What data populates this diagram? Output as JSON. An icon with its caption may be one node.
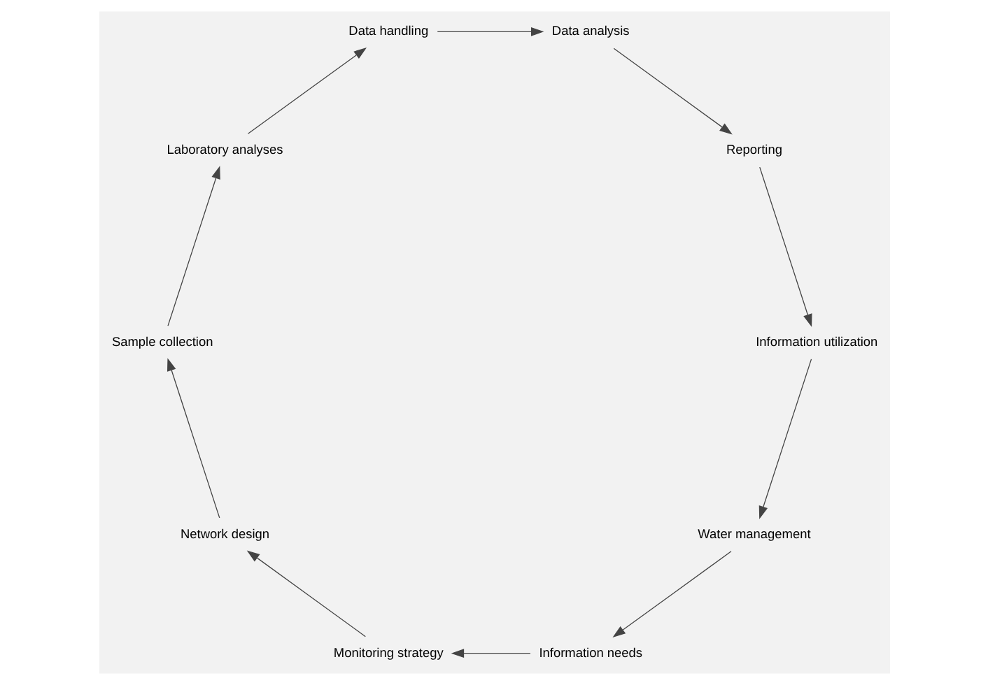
{
  "diagram": {
    "nodes": [
      {
        "text": [
          "Water management"
        ]
      },
      {
        "text": [
          "Information needs"
        ]
      },
      {
        "text": [
          "Monitoring strategy"
        ]
      },
      {
        "text": [
          "Network design"
        ]
      },
      {
        "text": [
          "Sample collection"
        ]
      },
      {
        "text": [
          "Laboratory analyses"
        ]
      },
      {
        "text": [
          "Data handling"
        ]
      },
      {
        "text": [
          "Data analysis"
        ]
      },
      {
        "text": [
          "Reporting"
        ]
      },
      {
        "text": [
          "Information utilization"
        ]
      }
    ],
    "edges": [
      {
        "from": 0,
        "to": 1,
        "arrow": "to"
      },
      {
        "from": 1,
        "to": 2,
        "arrow": "to"
      },
      {
        "from": 2,
        "to": 3,
        "arrow": "to"
      },
      {
        "from": 3,
        "to": 4,
        "arrow": "to"
      },
      {
        "from": 4,
        "to": 5,
        "arrow": "to"
      },
      {
        "from": 5,
        "to": 6,
        "arrow": "to"
      },
      {
        "from": 6,
        "to": 7,
        "arrow": "to"
      },
      {
        "from": 7,
        "to": 8,
        "arrow": "to"
      },
      {
        "from": 8,
        "to": 9,
        "arrow": "to"
      },
      {
        "from": 9,
        "to": 0,
        "arrow": "to"
      }
    ]
  }
}
